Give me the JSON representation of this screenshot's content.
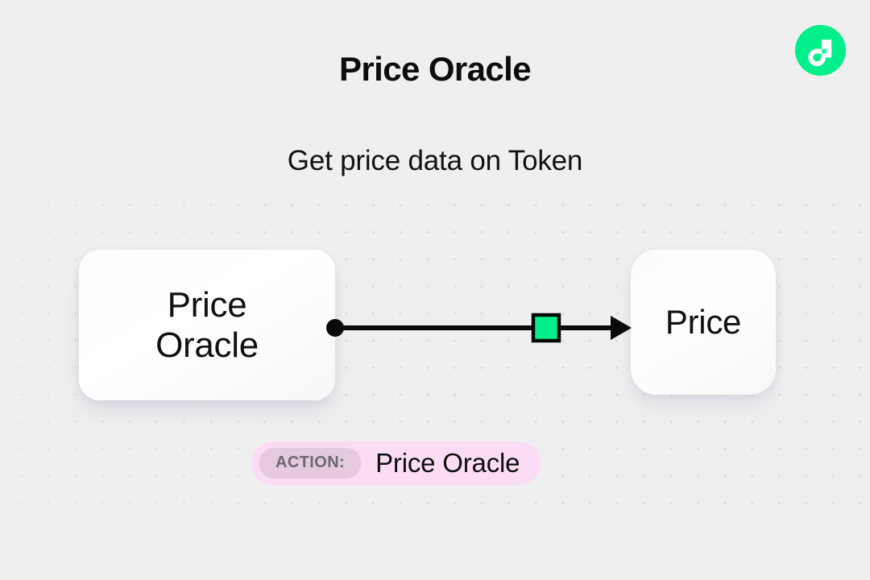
{
  "header": {
    "title": "Price Oracle",
    "subtitle": "Get price data on Token"
  },
  "brand": {
    "logo_icon": "flow-logo-icon",
    "logo_color": "#00ef8b",
    "mark_color": "#ffffff"
  },
  "diagram": {
    "source_node": {
      "label": "Price\nOracle",
      "output_port_icon": "circle-port-icon"
    },
    "target_node": {
      "label": "Price"
    },
    "connector": {
      "line_color": "#0a0a0a",
      "arrow_icon": "arrow-right-icon",
      "marker_icon": "green-square-marker-icon",
      "marker_color": "#00ef8b",
      "marker_border_color": "#0a0a0a"
    }
  },
  "action": {
    "chip_label": "ACTION:",
    "value": "Price Oracle",
    "badge_color": "#fbdcf5",
    "chip_color": "#e4c9df"
  },
  "canvas": {
    "background_color": "#efefef",
    "dot_color": "#d9d9d9"
  }
}
